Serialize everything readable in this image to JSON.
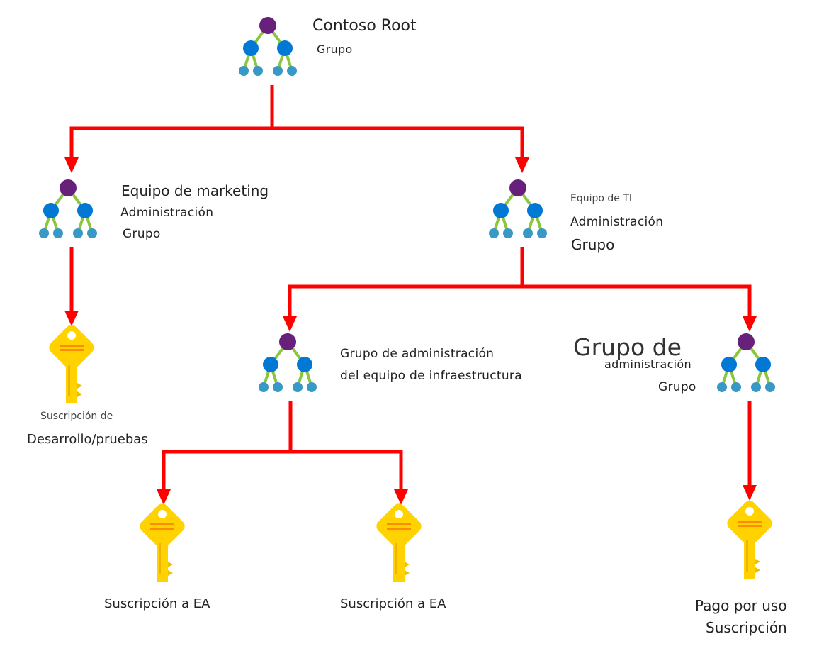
{
  "colors": {
    "connector": "#ff0000",
    "node_top": "#68217a",
    "node_mid": "#0078d4",
    "node_leaf": "#3999c6",
    "node_link": "#8cc63f",
    "key_body": "#ffd200",
    "key_stripe": "#ff8c00"
  },
  "nodes": {
    "root": {
      "line1": "Contoso Root",
      "line2": "Grupo"
    },
    "marketing": {
      "line1": "Equipo de marketing",
      "line2": "Administración",
      "line3": "Grupo"
    },
    "it": {
      "line1": "Equipo de TI",
      "line2": "Administración",
      "line3": "Grupo"
    },
    "infra": {
      "line1": "Grupo de administración",
      "line2": "del equipo de infraestructura"
    },
    "mgmt": {
      "line1": "Grupo de",
      "line2": "administración",
      "line3": "Grupo"
    }
  },
  "subscriptions": {
    "devtest": {
      "line1": "Suscripción de",
      "line2": "Desarrollo/pruebas"
    },
    "ea1": {
      "label": "Suscripción a EA"
    },
    "ea2": {
      "label": "Suscripción a EA"
    },
    "payg": {
      "line1": "Pago por uso",
      "line2": "Suscripción"
    }
  }
}
